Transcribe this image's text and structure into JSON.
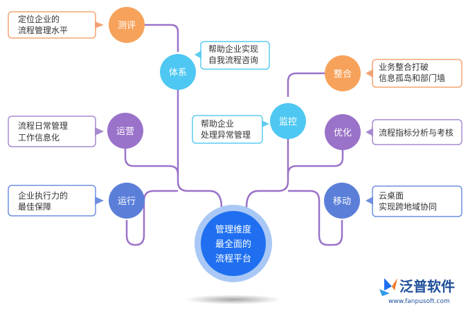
{
  "center": {
    "lines": [
      "管理维度",
      "最全面的",
      "流程平台"
    ],
    "color": "#1f6ff0",
    "ring_color": "#a9c8f5"
  },
  "nodes": {
    "cepin": {
      "label": "测评",
      "color": "#f7a25b"
    },
    "tixi": {
      "label": "体系",
      "color": "#4ec8f2"
    },
    "zhenghe": {
      "label": "整合",
      "color": "#f7a25b"
    },
    "jiankong": {
      "label": "监控",
      "color": "#4ec8f2"
    },
    "yunying": {
      "label": "运营",
      "color": "#9a72c9"
    },
    "youhua": {
      "label": "优化",
      "color": "#9a72c9"
    },
    "yunxing": {
      "label": "运行",
      "color": "#5b7fd8"
    },
    "yidong": {
      "label": "移动",
      "color": "#5b7fd8"
    }
  },
  "callouts": {
    "cepin": {
      "lines": [
        "定位企业的",
        "流程管理水平"
      ],
      "color": "#f3a373"
    },
    "tixi": {
      "lines": [
        "帮助企业实现",
        "自我流程咨询"
      ],
      "color": "#5ccbf0"
    },
    "zhenghe": {
      "lines": [
        "业务整合打破",
        "信息孤岛和部门墙"
      ],
      "color": "#f3a373"
    },
    "jiankong": {
      "lines": [
        "帮助企业",
        "处理异常管理"
      ],
      "color": "#5ccbf0"
    },
    "yunying": {
      "lines": [
        "流程日常管理",
        "工作信息化"
      ],
      "color": "#a58ad0"
    },
    "youhua": {
      "lines": [
        "流程指标分析与考核"
      ],
      "color": "#a58ad0"
    },
    "yunxing": {
      "lines": [
        "企业执行力的",
        "最佳保障"
      ],
      "color": "#6f8fe0"
    },
    "yidong": {
      "lines": [
        "云桌面",
        "实现跨地域协同"
      ],
      "color": "#6f8fe0"
    }
  },
  "colors": {
    "connector": "#9a72c9",
    "text_dark": "#333333",
    "node_text": "#ffffff"
  },
  "logo": {
    "name": "泛普软件",
    "url": "www.fanpusoft.com",
    "color": "#1f4f9a"
  }
}
